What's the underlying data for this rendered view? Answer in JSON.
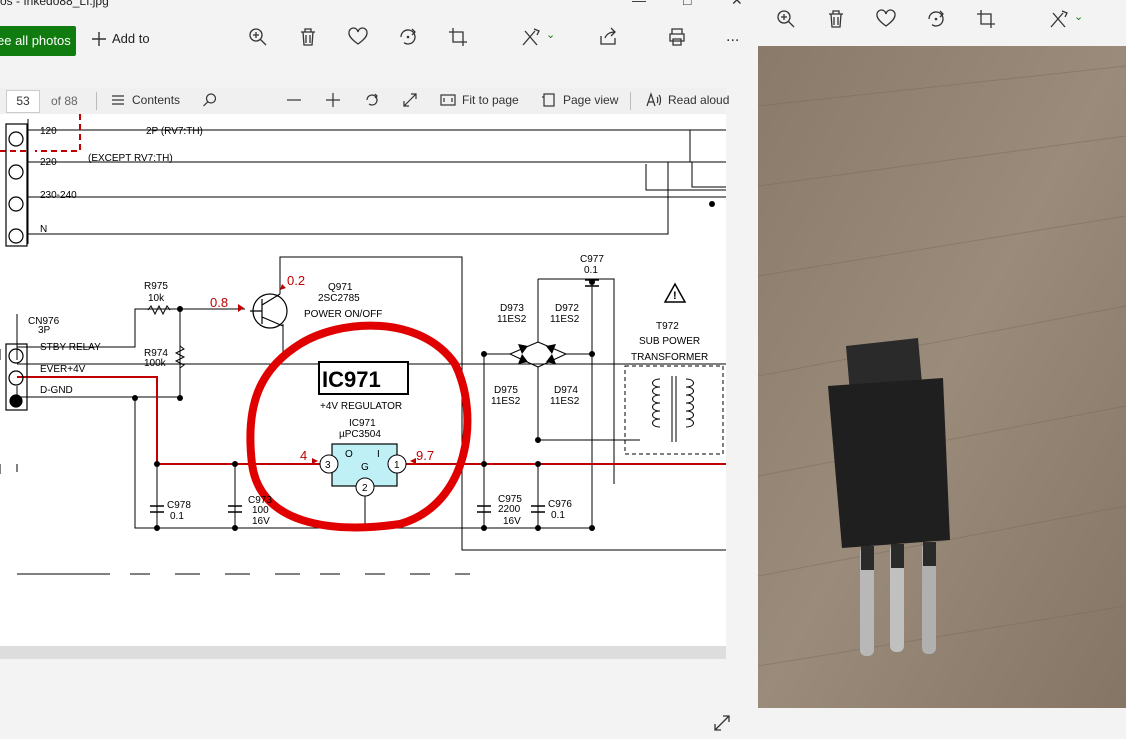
{
  "window_left": {
    "title": "os - Inkedo88_LI.jpg",
    "see_all_photos": "ee all photos",
    "add_to": "Add to",
    "more": "...",
    "icons": [
      "zoom-in-icon",
      "delete-icon",
      "favorite-icon",
      "rotate-icon",
      "crop-icon",
      "edit-icon",
      "share-icon",
      "print-icon",
      "more-icon"
    ]
  },
  "window_right": {
    "icons": [
      "zoom-in-icon",
      "delete-icon",
      "favorite-icon",
      "rotate-icon",
      "crop-icon",
      "edit-icon"
    ]
  },
  "pdf_toolbar": {
    "page": "53",
    "of_pages": "of 88",
    "contents": "Contents",
    "fit_to_page": "Fit to page",
    "page_view": "Page view",
    "read_aloud": "Read aloud"
  },
  "schematic": {
    "row_120": "120",
    "label_2p": "2P (RV7:TH)",
    "row_220": "220",
    "label_except": "(EXCEPT RV7:TH)",
    "row_230": "230-240",
    "row_n": "N",
    "cn976": "CN976",
    "cn976_pins": "3P",
    "stby_relay": "STBY RELAY",
    "ever4v": "EVER+4V",
    "dgnd": "D-GND",
    "r975": "R975",
    "r975_val": "10k",
    "r974": "R974",
    "r974_val": "100k",
    "v08": "0.8",
    "v02": "0.2",
    "q971": "Q971",
    "q971_type": "2SC2785",
    "power_onoff": "POWER ON/OFF",
    "ic971_big": "IC971",
    "regulator": "+4V REGULATOR",
    "ic971_small": "IC971",
    "upc": "µPC3504",
    "pin3": "3",
    "pin1": "1",
    "pin2": "2",
    "pin_o": "O",
    "pin_i": "I",
    "pin_g": "G",
    "v4": "4",
    "v97": "9.7",
    "c978": "C978",
    "c978_val": "0.1",
    "c973": "C973",
    "c973_val": "100",
    "c973_v": "16V",
    "c977": "C977",
    "c977_val": "0.1",
    "d973": "D973",
    "d973_t": "11ES2",
    "d972": "D972",
    "d972_t": "11ES2",
    "d975": "D975",
    "d975_t": "11ES2",
    "d974": "D974",
    "d974_t": "11ES2",
    "c975": "C975",
    "c975_val": "2200",
    "c975_v": "16V",
    "c976": "C976",
    "c976_val": "0.1",
    "t972": "T972",
    "sub_power": "SUB POWER",
    "transformer": "TRANSFORMER"
  },
  "colors": {
    "accent_green": "#107c10",
    "circle_red": "#e00000",
    "trace_red": "#c00000",
    "ic_fill": "#bff0f5"
  }
}
